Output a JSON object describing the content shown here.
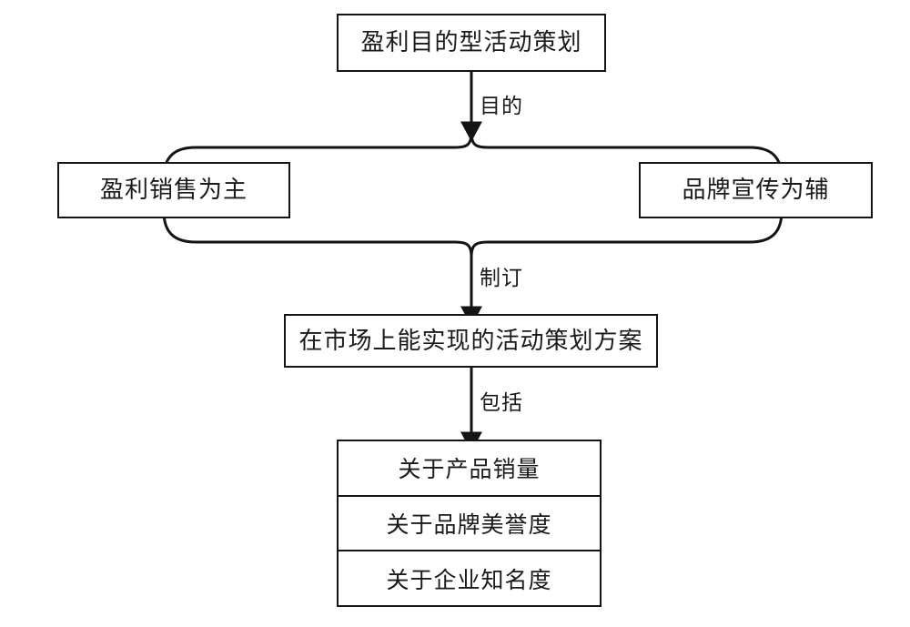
{
  "diagram": {
    "type": "flowchart",
    "title_node": {
      "id": "root",
      "label": "盈利目的型活动策划"
    },
    "branch_nodes": [
      {
        "id": "left",
        "label": "盈利销售为主"
      },
      {
        "id": "right",
        "label": "品牌宣传为辅"
      }
    ],
    "plan_node": {
      "id": "plan",
      "label": "在市场上能实现的活动策划方案"
    },
    "outcome_list": {
      "id": "outcomes",
      "items": [
        {
          "label": "关于产品销量"
        },
        {
          "label": "关于品牌美誉度"
        },
        {
          "label": "关于企业知名度"
        }
      ]
    },
    "edge_labels": {
      "purpose": "目的",
      "formulate": "制订",
      "includes": "包括"
    },
    "colors": {
      "stroke": "#141414",
      "text": "#1a1a1a",
      "background": "#ffffff"
    }
  }
}
